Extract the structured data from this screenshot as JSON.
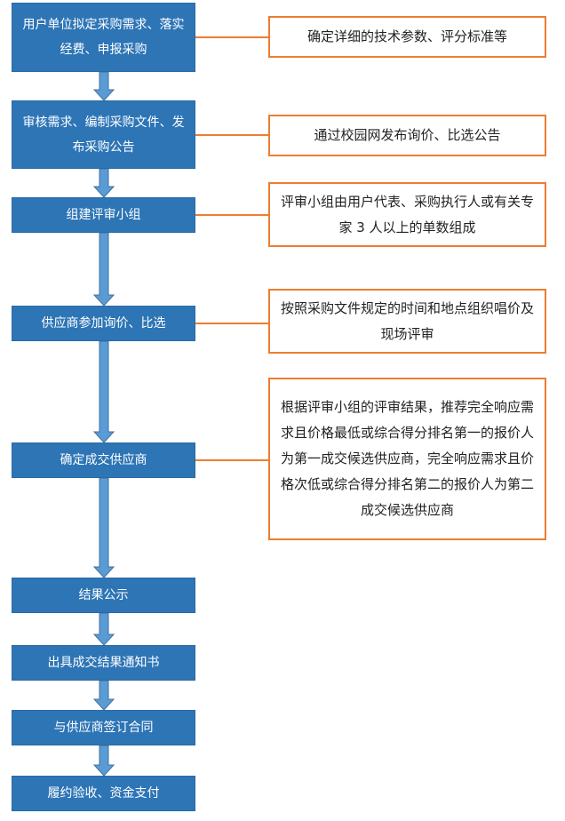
{
  "steps": [
    {
      "label": "用户单位拟定采购需求、落实经费、申报采购"
    },
    {
      "label": "审核需求、编制采购文件、发布采购公告"
    },
    {
      "label": "组建评审小组"
    },
    {
      "label": "供应商参加询价、比选"
    },
    {
      "label": "确定成交供应商"
    },
    {
      "label": "结果公示"
    },
    {
      "label": "出具成交结果通知书"
    },
    {
      "label": "与供应商签订合同"
    },
    {
      "label": "履约验收、资金支付"
    }
  ],
  "notes": [
    {
      "label": "确定详细的技术参数、评分标准等"
    },
    {
      "label": "通过校园网发布询价、比选公告"
    },
    {
      "label": "评审小组由用户代表、采购执行人或有关专家 3 人以上的单数组成"
    },
    {
      "label": "按照采购文件规定的时间和地点组织唱价及现场评审"
    },
    {
      "label": "根据评审小组的评审结果，推荐完全响应需求且价格最低或综合得分排名第一的报价人为第一成交候选供应商，完全响应需求且价格次低或综合得分排名第二的报价人为第二成交候选供应商"
    }
  ],
  "colors": {
    "step": "#2E75B6",
    "arrow": "#5B9BD5",
    "note_border": "#ED7D31"
  }
}
